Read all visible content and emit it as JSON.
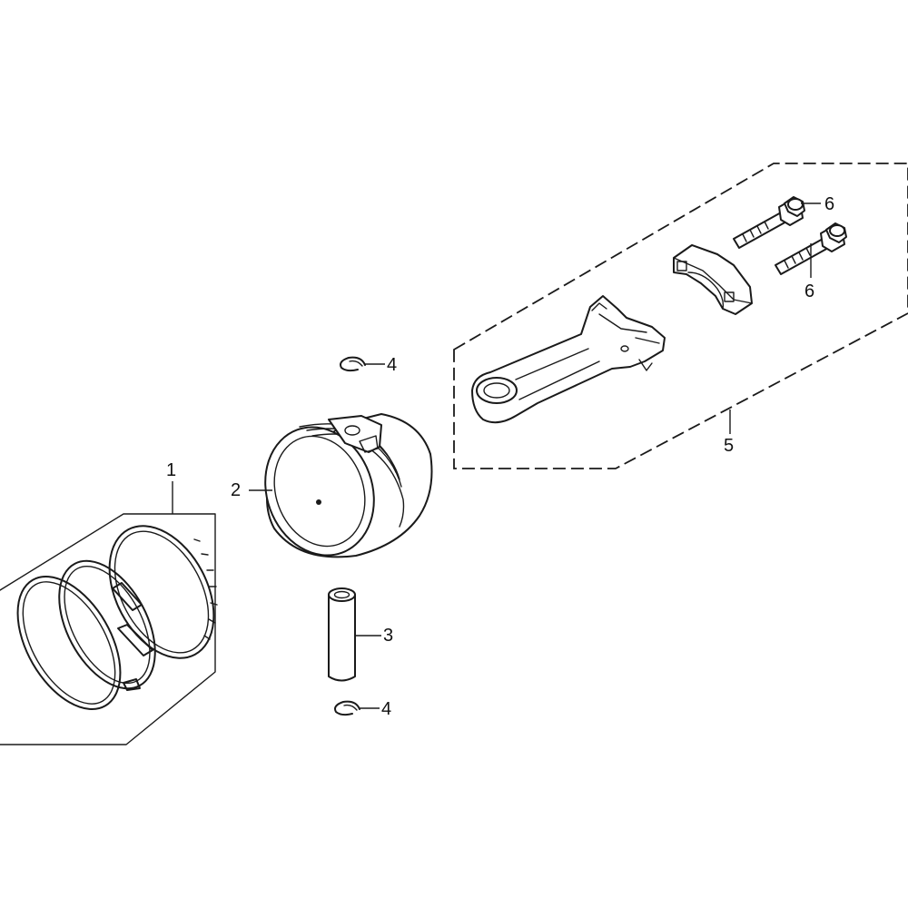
{
  "callouts": {
    "c1": "1",
    "c2": "2",
    "c3": "3",
    "c4a": "4",
    "c4b": "4",
    "c5": "5",
    "c6a": "6",
    "c6b": "6"
  },
  "colors": {
    "line": "#1a1a1a",
    "background": "#ffffff"
  }
}
